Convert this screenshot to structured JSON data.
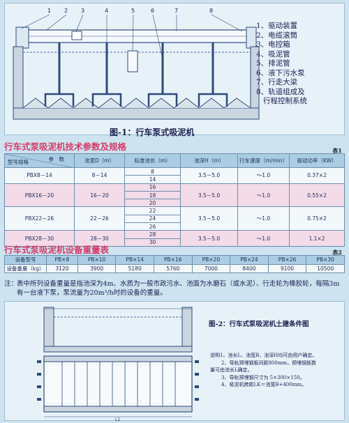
{
  "figure1": {
    "caption": "图-1：行车泵式吸泥机",
    "callout_numbers": [
      "1",
      "2",
      "3",
      "4",
      "5",
      "6",
      "7",
      "8"
    ],
    "legend": [
      "1、驱动装置",
      "2、电缆滚筒",
      "3、电控箱",
      "4、吸泥管",
      "5、排泥管",
      "6、液下污水泵",
      "7、行走大梁",
      "8、轨道组成及",
      "   行程控制系统"
    ]
  },
  "section1": {
    "title": "行车式泵吸泥机技术参数及规格",
    "table_no": "表1"
  },
  "table1": {
    "corner_top": "参　数",
    "corner_bottom": "型号规格",
    "headers": [
      "池宽D（m）",
      "标准池长（m）",
      "池深H（m）",
      "行车速度（m/min）",
      "驱动功率（KW）"
    ],
    "groups": [
      {
        "model": "PBX8－14",
        "width": "8－14",
        "lengths": [
          "8",
          "14"
        ],
        "depth": "3.5－5.0",
        "speed": "～1.0",
        "power": "0.37×2"
      },
      {
        "model": "PBX16－20",
        "width": "16－20",
        "lengths": [
          "16",
          "18",
          "20"
        ],
        "depth": "3.5－5.0",
        "speed": "～1.0",
        "power": "0.55×2"
      },
      {
        "model": "PBX22－26",
        "width": "22－26",
        "lengths": [
          "22",
          "24",
          "26"
        ],
        "depth": "3.5－5.0",
        "speed": "～1.0",
        "power": "0.75×2"
      },
      {
        "model": "PBX28－30",
        "width": "28－30",
        "lengths": [
          "28",
          "30"
        ],
        "depth": "3.5－5.0",
        "speed": "～1.0",
        "power": "1.1×2"
      }
    ]
  },
  "section2": {
    "title": "行车式泵吸泥机设备重量表",
    "table_no": "表2"
  },
  "table2": {
    "row1_label": "设备型号",
    "row2_label": "设备重量（kg）",
    "models": [
      "PB×8",
      "PB×10",
      "PB×14",
      "PB×16",
      "PB×20",
      "PB×24",
      "PB×26",
      "PB×30"
    ],
    "weights": [
      "3120",
      "3900",
      "5180",
      "5760",
      "7000",
      "8400",
      "9100",
      "10500"
    ]
  },
  "note": {
    "label": "注：",
    "text": "表中所列设备重量是指池深为4m、水质为一般市政污水、池面为水磨石（或水泥）、行走轮为橡胶轮，每隔3m有一台液下泵，泵流量为20m³/h时的设备的重量。"
  },
  "figure2": {
    "caption": "图-2：行车式泵吸泥机土建条件图",
    "notes": [
      "说明1、池长L、池宽B、池深H均可由用户确定。",
      "2、导轨预埋钢板间距800mm，预埋钢板数",
      "量可由池长L确定。",
      "3、导轨预埋钢尺寸为 5×300×150。",
      "4、吸泥机跨距LK＝池宽B+400mm。"
    ],
    "dim_label": "L1"
  }
}
